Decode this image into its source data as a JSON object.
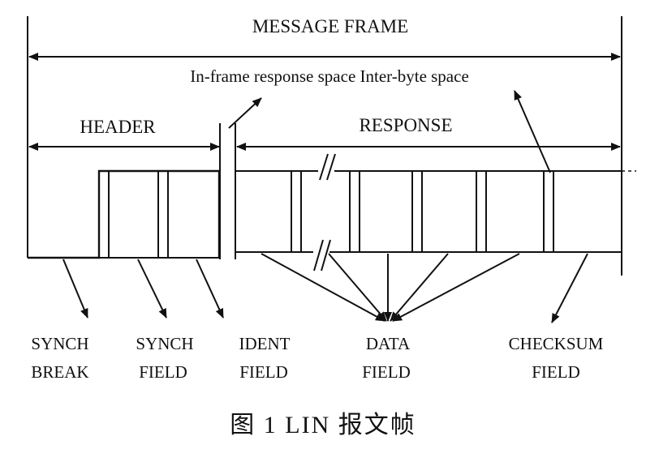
{
  "labels": {
    "message_frame": "MESSAGE FRAME",
    "inframe_space": "In-frame response  space Inter-byte space",
    "header": "HEADER",
    "response": "RESPONSE",
    "synch_break_1": "SYNCH",
    "synch_break_2": "BREAK",
    "synch_field_1": "SYNCH",
    "synch_field_2": "FIELD",
    "ident_field_1": "IDENT",
    "ident_field_2": "FIELD",
    "data_field_1": "DATA",
    "data_field_2": "FIELD",
    "checksum_field_1": "CHECKSUM",
    "checksum_field_2": "FIELD"
  },
  "caption": "图 1   LIN 报文帧",
  "colors": {
    "ink": "#111111",
    "background": "#ffffff"
  }
}
